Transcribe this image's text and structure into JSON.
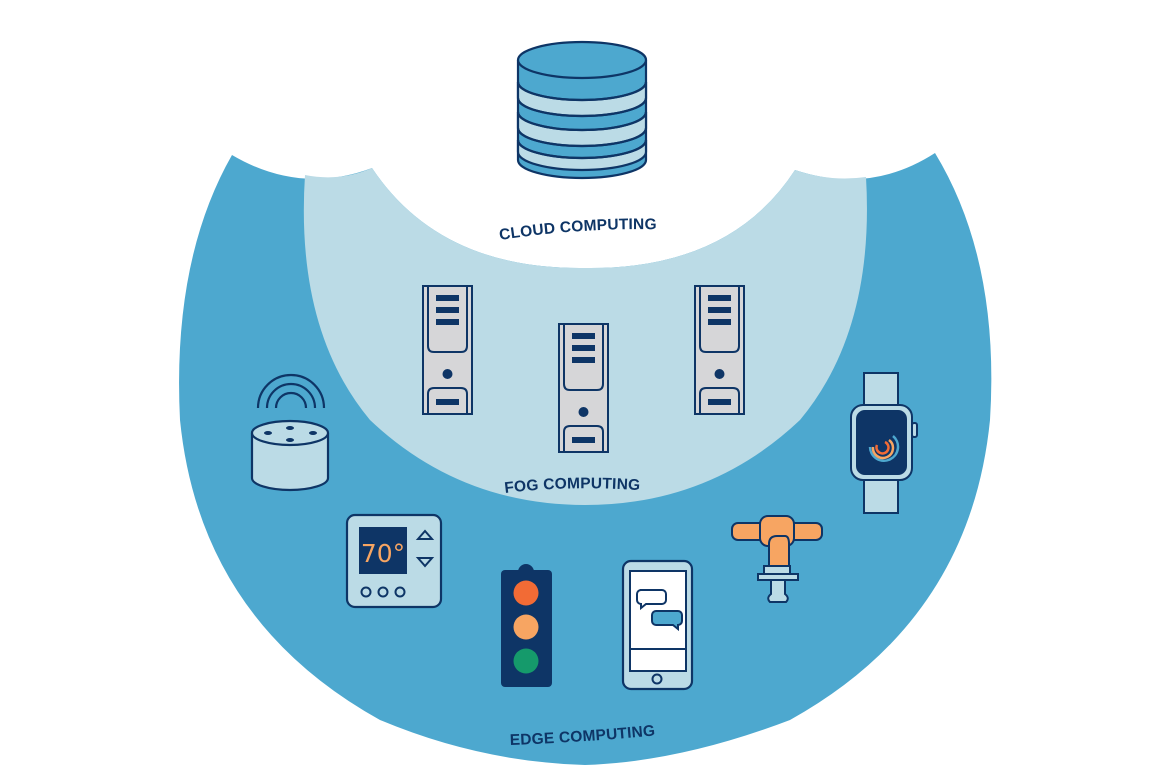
{
  "diagram": {
    "title": "Cloud, Fog and Edge Computing Layers",
    "layers": [
      {
        "id": "cloud",
        "label": "CLOUD COMPUTING",
        "devices": [
          "database"
        ]
      },
      {
        "id": "fog",
        "label": "FOG COMPUTING",
        "devices": [
          "server-tower",
          "server-tower",
          "server-tower"
        ]
      },
      {
        "id": "edge",
        "label": "EDGE COMPUTING",
        "devices": [
          "smart-speaker",
          "thermostat",
          "traffic-light",
          "smartphone",
          "valve",
          "smartwatch"
        ]
      }
    ],
    "thermostat": {
      "temperature": "70°"
    },
    "colors": {
      "edge_fill": "#4da8cf",
      "fog_fill": "#bbdbe6",
      "cloud_fill": "#ffffff",
      "outline": "#0e3566",
      "server_body": "#d6d6d8",
      "accent_orange": "#f7a562",
      "accent_red": "#f26b35",
      "accent_green": "#159a6b"
    }
  }
}
